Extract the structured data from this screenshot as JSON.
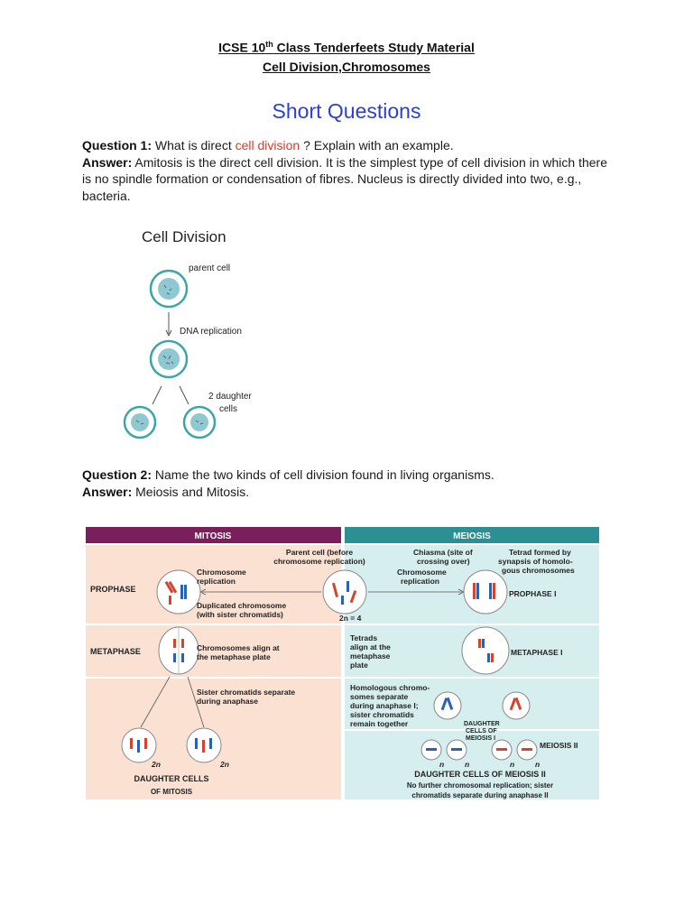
{
  "header": {
    "line1_pre": "ICSE 10",
    "line1_sup": "th",
    "line1_post": " Class Tenderfeets Study Material",
    "line2": "Cell Division,Chromosomes"
  },
  "section_title": "Short Questions",
  "q1": {
    "label": "Question 1:",
    "text_pre": " What is direct ",
    "link": "cell division",
    "text_post": " ? Explain with an example.",
    "answer_label": "Answer:",
    "answer_text": " Amitosis is the direct cell division. It is the simplest type of cell division in which there is no spindle formation or condensation of fibres. Nucleus is directly divided into two, e.g., bacteria."
  },
  "figure1": {
    "title": "Cell Division",
    "parent_label": "parent cell",
    "replication_label": "DNA replication",
    "daughter_label_1": "2 daughter",
    "daughter_label_2": "cells"
  },
  "q2": {
    "label": "Question 2:",
    "text": " Name the two kinds of cell division found in living organisms.",
    "answer_label": "Answer:",
    "answer_text": " Meiosis and Mitosis."
  },
  "figure2": {
    "mitosis_header": "MITOSIS",
    "meiosis_header": "MEIOSIS",
    "prophase": "PROPHASE",
    "metaphase": "METAPHASE",
    "prophase_i": "PROPHASE I",
    "metaphase_i": "METAPHASE I",
    "meiosis_ii": "MEIOSIS II",
    "parent_cell_1": "Parent cell (before",
    "parent_cell_2": "chromosome replication)",
    "chiasma_1": "Chiasma (site of",
    "chiasma_2": "crossing over)",
    "tetrad_1": "Tetrad formed by",
    "tetrad_2": "synapsis of homolo-",
    "tetrad_3": "gous chromosomes",
    "chrom_rep_left_1": "Chromosome",
    "chrom_rep_left_2": "replication",
    "chrom_rep_right_1": "Chromosome",
    "chrom_rep_right_2": "replication",
    "duplicated_1": "Duplicated chromosome",
    "duplicated_2": "(with sister chromatids)",
    "two_n_four": "2n = 4",
    "align_1": "Chromosomes align at",
    "align_2": "the metaphase plate",
    "tetrads_1": "Tetrads",
    "tetrads_2": "align at the",
    "tetrads_3": "metaphase",
    "tetrads_4": "plate",
    "sister_sep_1": "Sister chromatids separate",
    "sister_sep_2": "during anaphase",
    "homo_1": "Homologous chromo-",
    "homo_2": "somes separate",
    "homo_3": "during anaphase I;",
    "homo_4": "sister chromatids",
    "homo_5": "remain together",
    "dci_1": "DAUGHTER",
    "dci_2": "CELLS OF",
    "dci_3": "MEIOSIS I",
    "two_n_a": "2n",
    "two_n_b": "2n",
    "n_label": "n",
    "dcm_1": "DAUGHTER CELLS",
    "dcm_2": "OF MITOSIS",
    "dcmii": "DAUGHTER CELLS OF MEIOSIS II",
    "no_further_1": "No further chromosomal replication; sister",
    "no_further_2": "chromatids separate during anaphase II"
  }
}
